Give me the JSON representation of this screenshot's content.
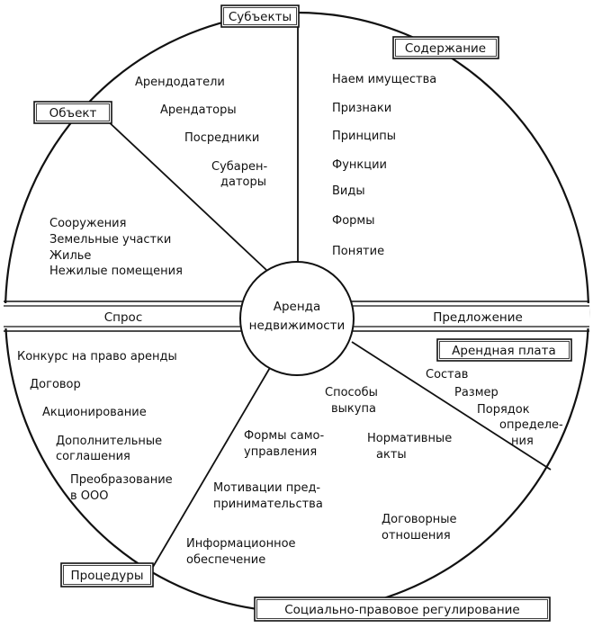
{
  "center": {
    "line1": "Аренда",
    "line2": "недвижимости"
  },
  "boxes": {
    "subjects": "Субъекты",
    "content": "Содержание",
    "object": "Объект",
    "rent": "Арендная плата",
    "procedures": "Процедуры",
    "regulation": "Социально-правовое регулирование"
  },
  "band": {
    "left": "Спрос",
    "right": "Предложение"
  },
  "subjects_items": [
    "Арендодатели",
    "Арендаторы",
    "Посредники",
    "Субарен-",
    "даторы"
  ],
  "content_items": [
    "Наем имущества",
    "Признаки",
    "Принципы",
    "Функции",
    "Виды",
    "Формы",
    "Понятие"
  ],
  "object_items": [
    "Сооружения",
    "Земельные участки",
    "Жилье",
    "Нежилые помещения"
  ],
  "procedure_items": [
    "Конкурс на право аренды",
    "Договор",
    "Акционирование",
    "Дополнительные",
    "соглашения",
    "Преобразование",
    "в ООО"
  ],
  "regulation_items": [
    "Формы само-",
    "управления",
    "Мотивации пред-",
    "принимательства",
    "Информационное",
    "обеспечение"
  ],
  "middle_items": [
    "Способы",
    "выкупа",
    "Нормативные",
    "акты",
    "Договорные",
    "отношения"
  ],
  "rent_items": [
    "Состав",
    "Размер",
    "Порядок",
    "определе-",
    "ния"
  ]
}
